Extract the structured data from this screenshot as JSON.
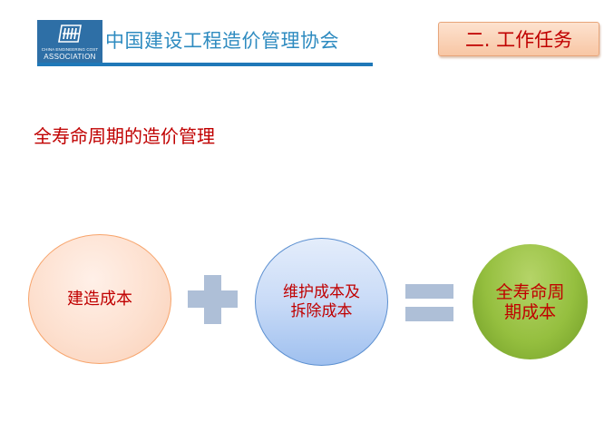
{
  "header": {
    "logo": {
      "small_text": "CHINA ENGINEERING COST",
      "assoc_text": "ASSOCIATION"
    },
    "org_name": "中国建设工程造价管理协会",
    "section_tag": "二. 工作任务"
  },
  "title": "全寿命周期的造价管理",
  "diagram": {
    "items": [
      {
        "label": "建造成本",
        "lines": [
          "建造成本"
        ]
      },
      {
        "label": "维护成本及拆除成本",
        "lines": [
          "维护成本及",
          "拆除成本"
        ]
      },
      {
        "label": "全寿命周期成本",
        "lines": [
          "全寿命周",
          "期成本"
        ]
      }
    ],
    "operators": [
      "plus",
      "equals"
    ]
  },
  "colors": {
    "accent_red": "#c00000",
    "header_blue": "#1f78b8",
    "operator_gray_blue": "#aebfd7",
    "circle1_border": "#f7a46b",
    "circle2_border": "#5b8fd0",
    "circle3_fill": "#95bf3f"
  }
}
